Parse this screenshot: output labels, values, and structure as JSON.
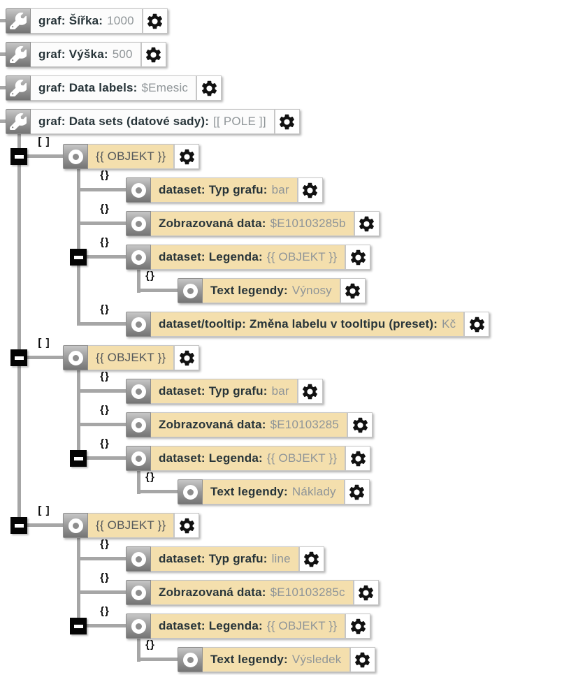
{
  "app": {
    "description": "Chart configuration node tree"
  },
  "colors": {
    "node_fill": "#f4dfad",
    "node_fill_plain": "#fcfcfc",
    "icon_gradient_top": "#c6c6c6",
    "icon_gradient_bottom": "#747474",
    "connector_line": "#a6a6a6",
    "collapse_bg": "#040404",
    "label_text": "#273439",
    "value_text": "#8f9598"
  },
  "icons": {
    "param": "wrench-icon",
    "element": "circle-dot-icon",
    "settings": "gear-icon",
    "collapse": "minus-square-icon"
  },
  "tree": {
    "params": [
      {
        "label": "graf: Šířka:",
        "value": "1000"
      },
      {
        "label": "graf: Výška:",
        "value": "500"
      },
      {
        "label": "graf: Data labels:",
        "value": "$Emesic"
      },
      {
        "label": "graf: Data sets (datové sady):",
        "value": "[[ POLE ]]"
      }
    ],
    "datasets": [
      {
        "marker": "[ ]",
        "header": "{{ OBJEKT }}",
        "children": [
          {
            "marker": "{}",
            "label": "dataset: Typ grafu:",
            "value": "bar"
          },
          {
            "marker": "{}",
            "label": "Zobrazovaná data:",
            "value": "$E10103285b"
          },
          {
            "marker": "{}",
            "label": "dataset: Legenda:",
            "value": "{{ OBJEKT }}"
          },
          {
            "marker": "{}",
            "label": "dataset/tooltip: Změna labelu v tooltipu (preset):",
            "value": "Kč"
          }
        ],
        "legend_text": {
          "marker": "{}",
          "label": "Text legendy:",
          "value": "Výnosy"
        }
      },
      {
        "marker": "[ ]",
        "header": "{{ OBJEKT }}",
        "children": [
          {
            "marker": "{}",
            "label": "dataset: Typ grafu:",
            "value": "bar"
          },
          {
            "marker": "{}",
            "label": "Zobrazovaná data:",
            "value": "$E10103285"
          },
          {
            "marker": "{}",
            "label": "dataset: Legenda:",
            "value": "{{ OBJEKT }}"
          }
        ],
        "legend_text": {
          "marker": "{}",
          "label": "Text legendy:",
          "value": "Náklady"
        }
      },
      {
        "marker": "[ ]",
        "header": "{{ OBJEKT }}",
        "children": [
          {
            "marker": "{}",
            "label": "dataset: Typ grafu:",
            "value": "line"
          },
          {
            "marker": "{}",
            "label": "Zobrazovaná data:",
            "value": "$E10103285c"
          },
          {
            "marker": "{}",
            "label": "dataset: Legenda:",
            "value": "{{ OBJEKT }}"
          }
        ],
        "legend_text": {
          "marker": "{}",
          "label": "Text legendy:",
          "value": "Výsledek"
        }
      }
    ]
  }
}
